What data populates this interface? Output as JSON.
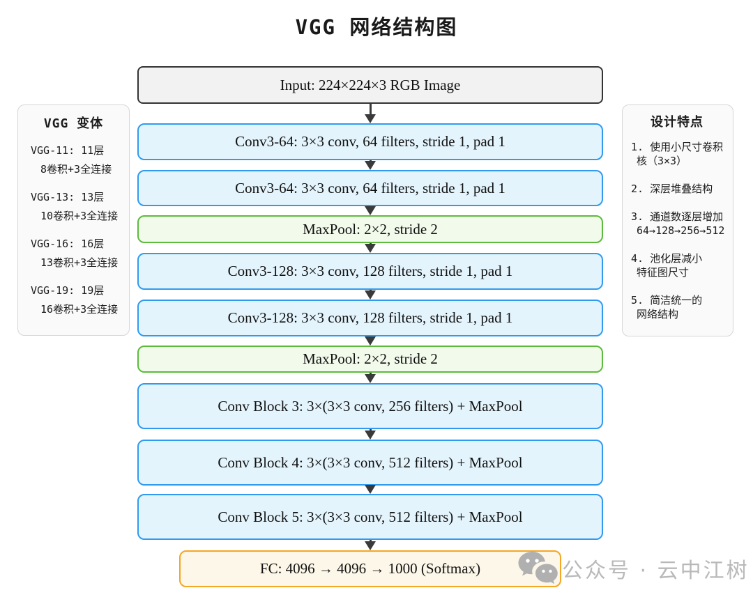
{
  "title": "VGG 网络结构图",
  "variants_panel": {
    "title": "VGG 变体",
    "items": [
      {
        "line1": "VGG-11: 11层",
        "line2": "8卷积+3全连接"
      },
      {
        "line1": "VGG-13: 13层",
        "line2": "10卷积+3全连接"
      },
      {
        "line1": "VGG-16: 16层",
        "line2": "13卷积+3全连接"
      },
      {
        "line1": "VGG-19: 19层",
        "line2": "16卷积+3全连接"
      }
    ]
  },
  "features_panel": {
    "title": "设计特点",
    "items": [
      {
        "line1": "1. 使用小尺寸卷积",
        "line2": "核（3×3）"
      },
      {
        "line1": "2. 深层堆叠结构",
        "line2": ""
      },
      {
        "line1": "3. 通道数逐层增加",
        "line2": "64→128→256→512"
      },
      {
        "line1": "4. 池化层减小",
        "line2": "特征图尺寸"
      },
      {
        "line1": "5. 简洁统一的",
        "line2": "网络结构"
      }
    ]
  },
  "flow": {
    "nodes": [
      {
        "label": "Input: 224×224×3 RGB Image",
        "type": "input"
      },
      {
        "label": "Conv3-64: 3×3 conv, 64 filters, stride 1, pad 1",
        "type": "conv"
      },
      {
        "label": "Conv3-64: 3×3 conv, 64 filters, stride 1, pad 1",
        "type": "conv"
      },
      {
        "label": "MaxPool: 2×2, stride 2",
        "type": "pool"
      },
      {
        "label": "Conv3-128: 3×3 conv, 128 filters, stride 1, pad 1",
        "type": "conv"
      },
      {
        "label": "Conv3-128: 3×3 conv, 128 filters, stride 1, pad 1",
        "type": "conv"
      },
      {
        "label": "MaxPool: 2×2, stride 2",
        "type": "pool"
      },
      {
        "label": "Conv Block 3: 3×(3×3 conv, 256 filters) + MaxPool",
        "type": "conv"
      },
      {
        "label": "Conv Block 4: 3×(3×3 conv, 512 filters) + MaxPool",
        "type": "conv"
      },
      {
        "label": "Conv Block 5: 3×(3×3 conv, 512 filters) + MaxPool",
        "type": "conv"
      },
      {
        "label": "FC: 4096 → 4096 → 1000 (Softmax)",
        "type": "fc"
      }
    ]
  },
  "watermark": {
    "text": "公众号 · 云中江树",
    "icon": "wechat-icon"
  },
  "colors": {
    "input_fill": "#f2f2f2",
    "input_border": "#333333",
    "conv_fill": "#e4f4fc",
    "conv_border": "#2e9bf0",
    "pool_fill": "#f2faeb",
    "pool_border": "#5bbb3c",
    "fc_fill": "#fcf7e8",
    "fc_border": "#f5a623",
    "panel_fill": "#fafafa",
    "panel_border": "#d6d6d6",
    "arrow": "#3a3a3a",
    "watermark": "#b9b9b9"
  }
}
